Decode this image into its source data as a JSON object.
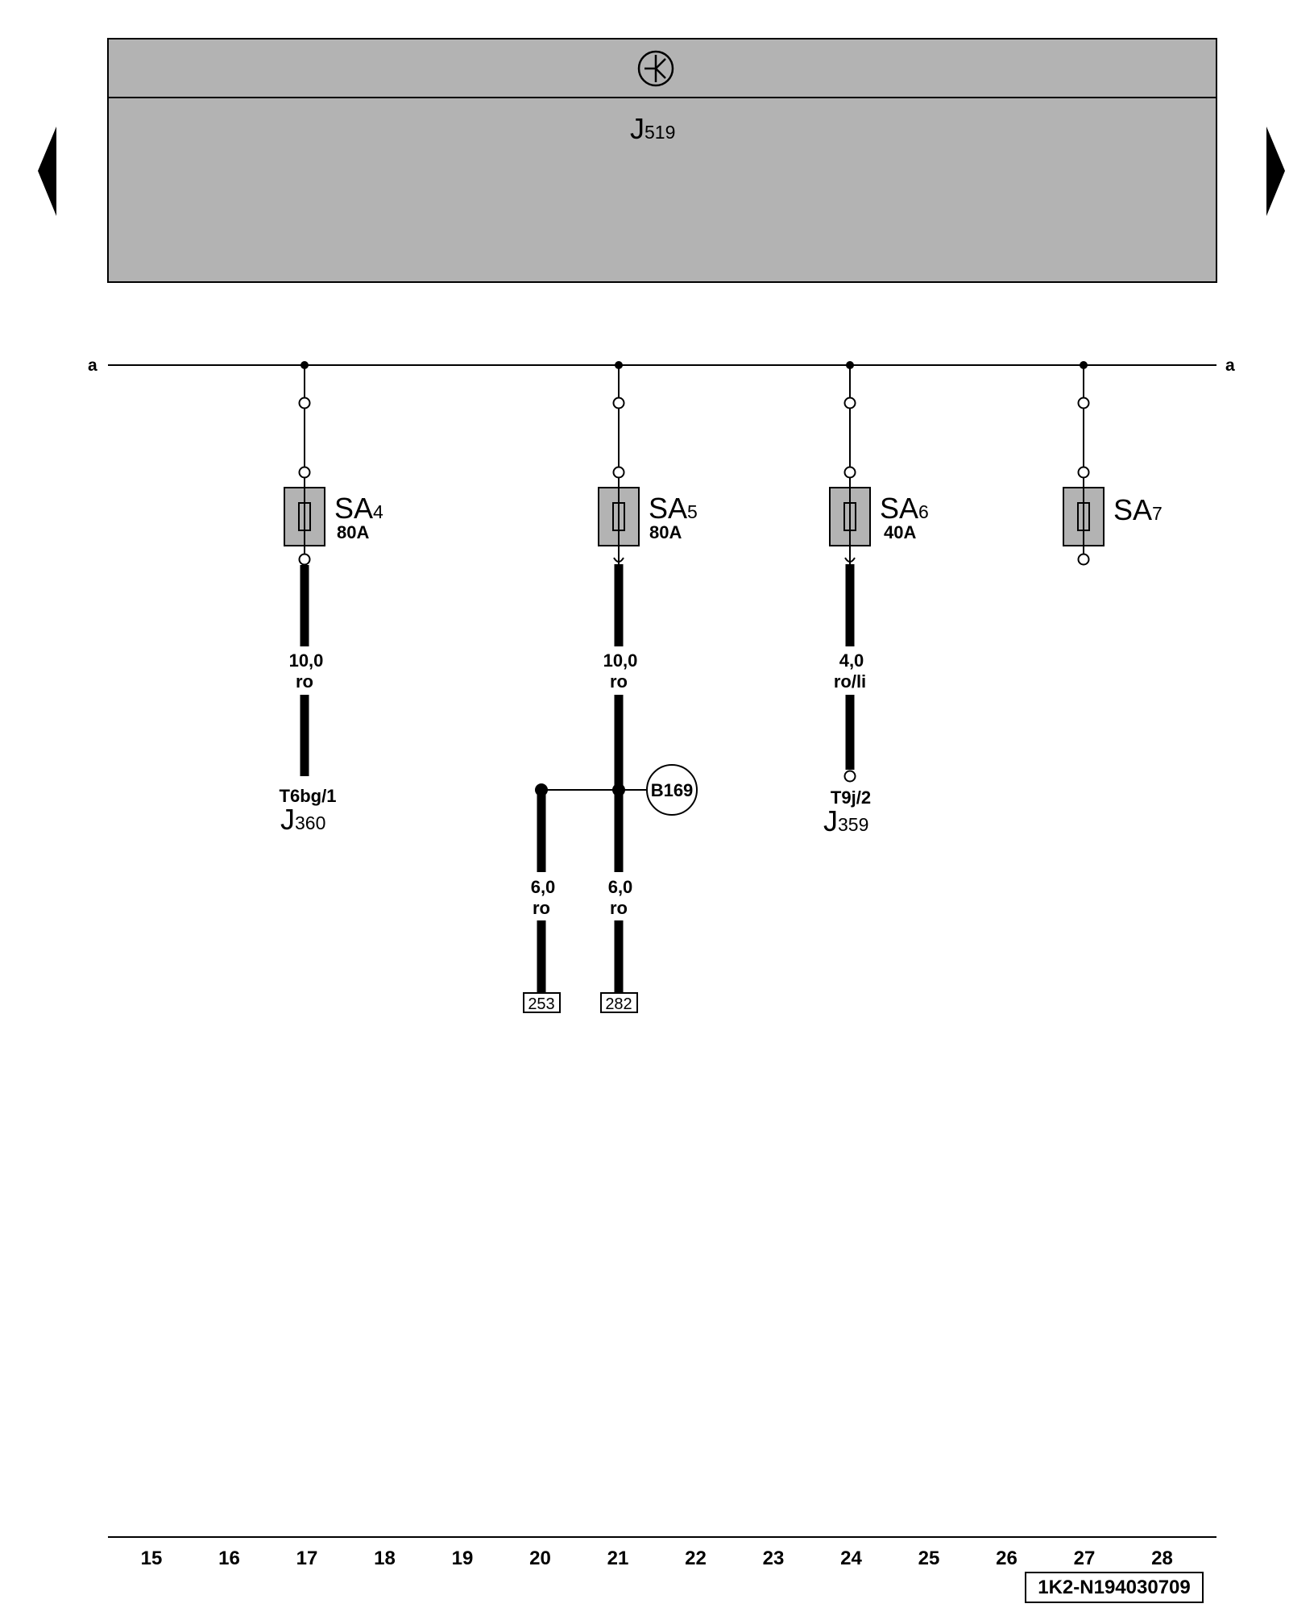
{
  "nav": {
    "prev_icon": "triangle-left-icon",
    "next_icon": "triangle-right-icon"
  },
  "module": {
    "symbol_icon": "transistor-symbol-icon",
    "name_main": "J",
    "name_sub": "519",
    "fill": "#b3b3b3"
  },
  "bus": {
    "left_label": "a",
    "right_label": "a"
  },
  "fuses": [
    {
      "main": "SA",
      "sub": "4",
      "rating": "80A"
    },
    {
      "main": "SA",
      "sub": "5",
      "rating": "80A"
    },
    {
      "main": "SA",
      "sub": "6",
      "rating": "40A"
    },
    {
      "main": "SA",
      "sub": "7",
      "rating": ""
    }
  ],
  "wires": [
    {
      "size": "10,0",
      "color": "ro"
    },
    {
      "size": "10,0",
      "color": "ro"
    },
    {
      "size": "4,0",
      "color": "ro/li"
    },
    {
      "size": "6,0",
      "color": "ro"
    },
    {
      "size": "6,0",
      "color": "ro"
    }
  ],
  "connectors": [
    {
      "pin": "T6bg/1",
      "main": "J",
      "sub": "360"
    },
    {
      "pin": "T9j/2",
      "main": "J",
      "sub": "359"
    }
  ],
  "junction": {
    "label": "B169"
  },
  "refs": [
    "253",
    "282"
  ],
  "columns": [
    "15",
    "16",
    "17",
    "18",
    "19",
    "20",
    "21",
    "22",
    "23",
    "24",
    "25",
    "26",
    "27",
    "28"
  ],
  "diagram_code": "1K2-N194030709"
}
